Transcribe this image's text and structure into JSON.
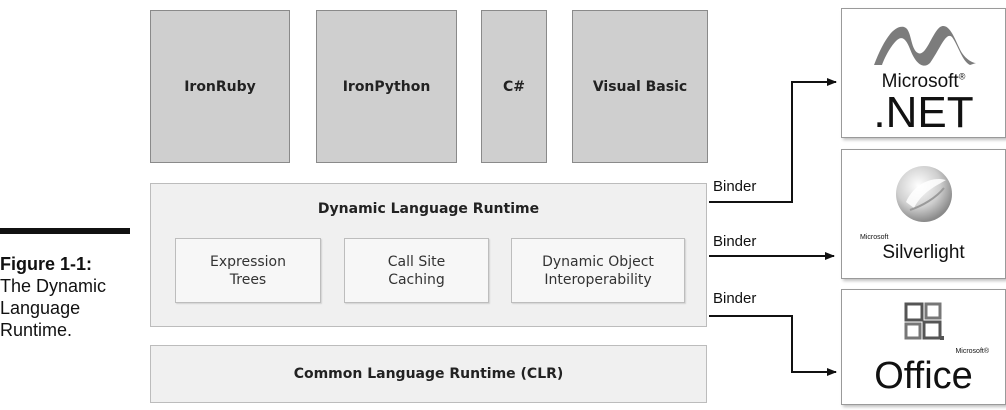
{
  "caption": {
    "figure_label": "Figure 1-1:",
    "text": "The Dynamic Language Runtime."
  },
  "languages": [
    "IronRuby",
    "IronPython",
    "C#",
    "Visual Basic"
  ],
  "dlr": {
    "title": "Dynamic Language Runtime",
    "components": [
      "Expression\nTrees",
      "Call Site\nCaching",
      "Dynamic Object\nInteroperability"
    ]
  },
  "clr": {
    "title": "Common Language Runtime (CLR)"
  },
  "binders": [
    "Binder",
    "Binder",
    "Binder"
  ],
  "targets": {
    "net": {
      "line1": "Microsoft",
      "trademark": "®",
      "line2": ".NET"
    },
    "silverlight": {
      "small": "Microsoft",
      "name": "Silverlight"
    },
    "office": {
      "small": "Microsoft®",
      "name": "Office"
    }
  }
}
